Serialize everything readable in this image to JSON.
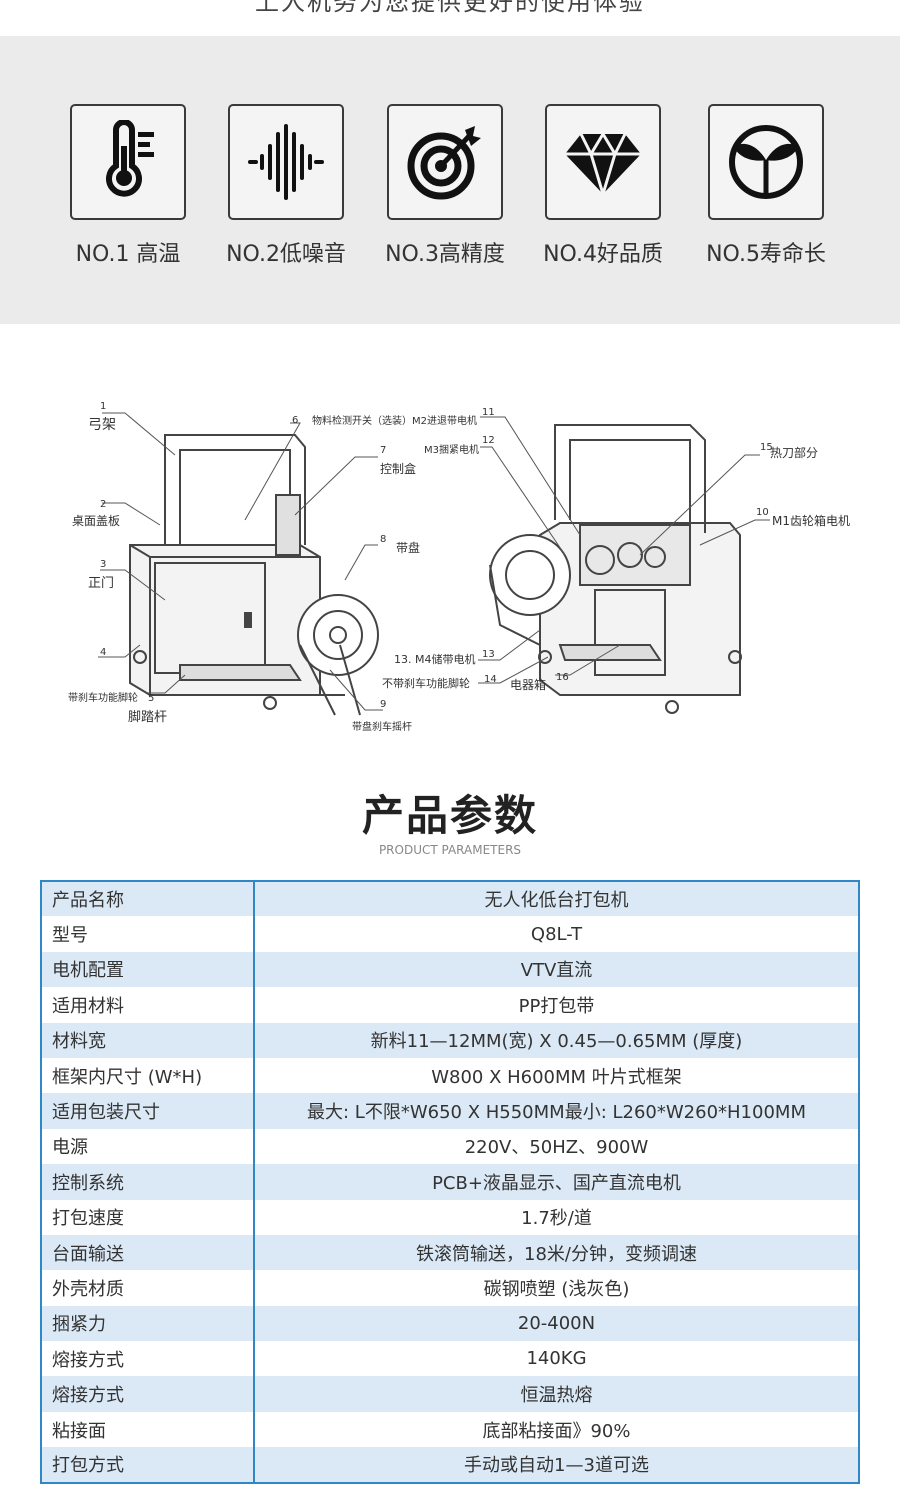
{
  "top_cut_text": "上人机务为您提供更好的使用体验",
  "features": [
    {
      "label": "NO.1 高温",
      "icon": "thermometer-icon"
    },
    {
      "label": "NO.2低噪音",
      "icon": "sound-wave-icon"
    },
    {
      "label": "NO.3高精度",
      "icon": "target-icon"
    },
    {
      "label": "NO.4好品质",
      "icon": "diamond-icon"
    },
    {
      "label": "NO.5寿命长",
      "icon": "sprout-icon"
    }
  ],
  "diagram": {
    "left_labels": {
      "l1": "1",
      "l1_text": "弓架",
      "l2": "2",
      "l2_text": "桌面盖板",
      "l3": "3",
      "l3_text": "正门",
      "l4": "4",
      "l4_text": "带刹车功能脚轮",
      "l5": "5",
      "l5_text": "脚踏杆",
      "l6": "6",
      "l6_text": "物料检测开关（选装）",
      "l7": "7",
      "l7_text": "控制盒",
      "l8": "8",
      "l8_text": "带盘",
      "l9": "9",
      "l9_text": "带盘刹车摇杆"
    },
    "right_labels": {
      "r10": "10",
      "r10_text": "M1齿轮箱电机",
      "r11": "11",
      "r11_text": "M2进退带电机",
      "r12": "12",
      "r12_text": "M3捆紧电机",
      "r13": "13",
      "r13_text": "13. M4储带电机",
      "r14": "14",
      "r14_text": "不带刹车功能脚轮",
      "r15": "15",
      "r15_text": "热刀部分",
      "r16": "16",
      "r16_text": "电器箱"
    }
  },
  "params_title": "产品参数",
  "params_subtitle": "PRODUCT PARAMETERS",
  "params": [
    {
      "key": "产品名称",
      "value": "无人化低台打包机"
    },
    {
      "key": "型号",
      "value": "Q8L-T"
    },
    {
      "key": "电机配置",
      "value": "VTV直流"
    },
    {
      "key": "适用材料",
      "value": "PP打包带"
    },
    {
      "key": "材料宽",
      "value": "新料11—12MM(宽) X 0.45—0.65MM (厚度)"
    },
    {
      "key": "框架内尺寸 (W*H)",
      "value": "W800 X H600MM  叶片式框架"
    },
    {
      "key": "适用包装尺寸",
      "value": "最大: L不限*W650 X H550MM最小: L260*W260*H100MM"
    },
    {
      "key": "电源",
      "value": "220V、50HZ、900W"
    },
    {
      "key": "控制系统",
      "value": "PCB+液晶显示、国产直流电机"
    },
    {
      "key": "打包速度",
      "value": "1.7秒/道"
    },
    {
      "key": "台面输送",
      "value": "铁滚筒输送，18米/分钟，变频调速"
    },
    {
      "key": "外壳材质",
      "value": "碳钢喷塑 (浅灰色)"
    },
    {
      "key": "捆紧力",
      "value": "20-400N"
    },
    {
      "key": "熔接方式",
      "value": "140KG"
    },
    {
      "key": "熔接方式",
      "value": "恒温热熔"
    },
    {
      "key": "粘接面",
      "value": "底部粘接面》90%"
    },
    {
      "key": "打包方式",
      "value": "手动或自动1—3道可选"
    }
  ]
}
